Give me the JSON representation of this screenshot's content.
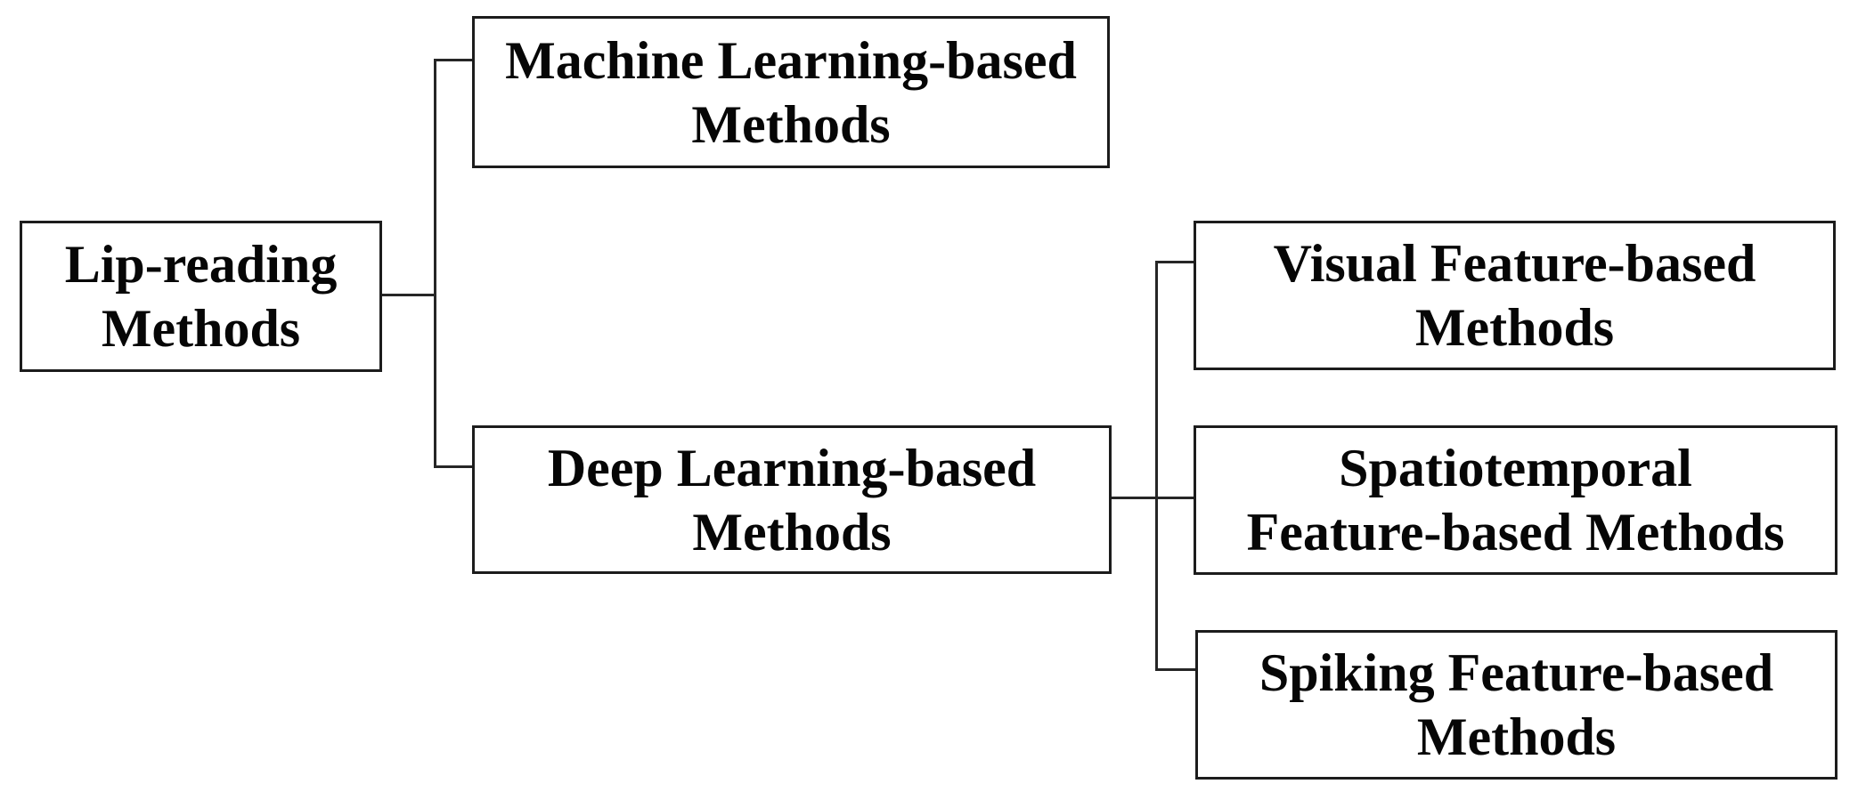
{
  "diagram": {
    "type": "hierarchy-tree",
    "colors": {
      "background": "#ffffff",
      "box_fill": "#ffffff",
      "box_border": "#1c1c1c",
      "connector": "#262626",
      "text": "#060606"
    },
    "nodes": {
      "root": {
        "label": "Lip-reading Methods",
        "lines": [
          "Lip-reading",
          "Methods"
        ]
      },
      "ml": {
        "label": "Machine Learning-based Methods",
        "lines": [
          "Machine Learning-based",
          "Methods"
        ]
      },
      "dl": {
        "label": "Deep Learning-based Methods",
        "lines": [
          "Deep Learning-based",
          "Methods"
        ]
      },
      "visual": {
        "label": "Visual Feature-based Methods",
        "lines": [
          "Visual Feature-based",
          "Methods"
        ]
      },
      "spatio": {
        "label": "Spatiotemporal Feature-based Methods",
        "lines": [
          "Spatiotemporal",
          "Feature-based Methods"
        ]
      },
      "spiking": {
        "label": "Spiking Feature-based Methods",
        "lines": [
          "Spiking Feature-based",
          "Methods"
        ]
      }
    },
    "edges": [
      {
        "from": "Lip-reading Methods",
        "to": "Machine Learning-based Methods"
      },
      {
        "from": "Lip-reading Methods",
        "to": "Deep Learning-based Methods"
      },
      {
        "from": "Deep Learning-based Methods",
        "to": "Visual Feature-based Methods"
      },
      {
        "from": "Deep Learning-based Methods",
        "to": "Spatiotemporal Feature-based Methods"
      },
      {
        "from": "Deep Learning-based Methods",
        "to": "Spiking Feature-based Methods"
      }
    ]
  }
}
